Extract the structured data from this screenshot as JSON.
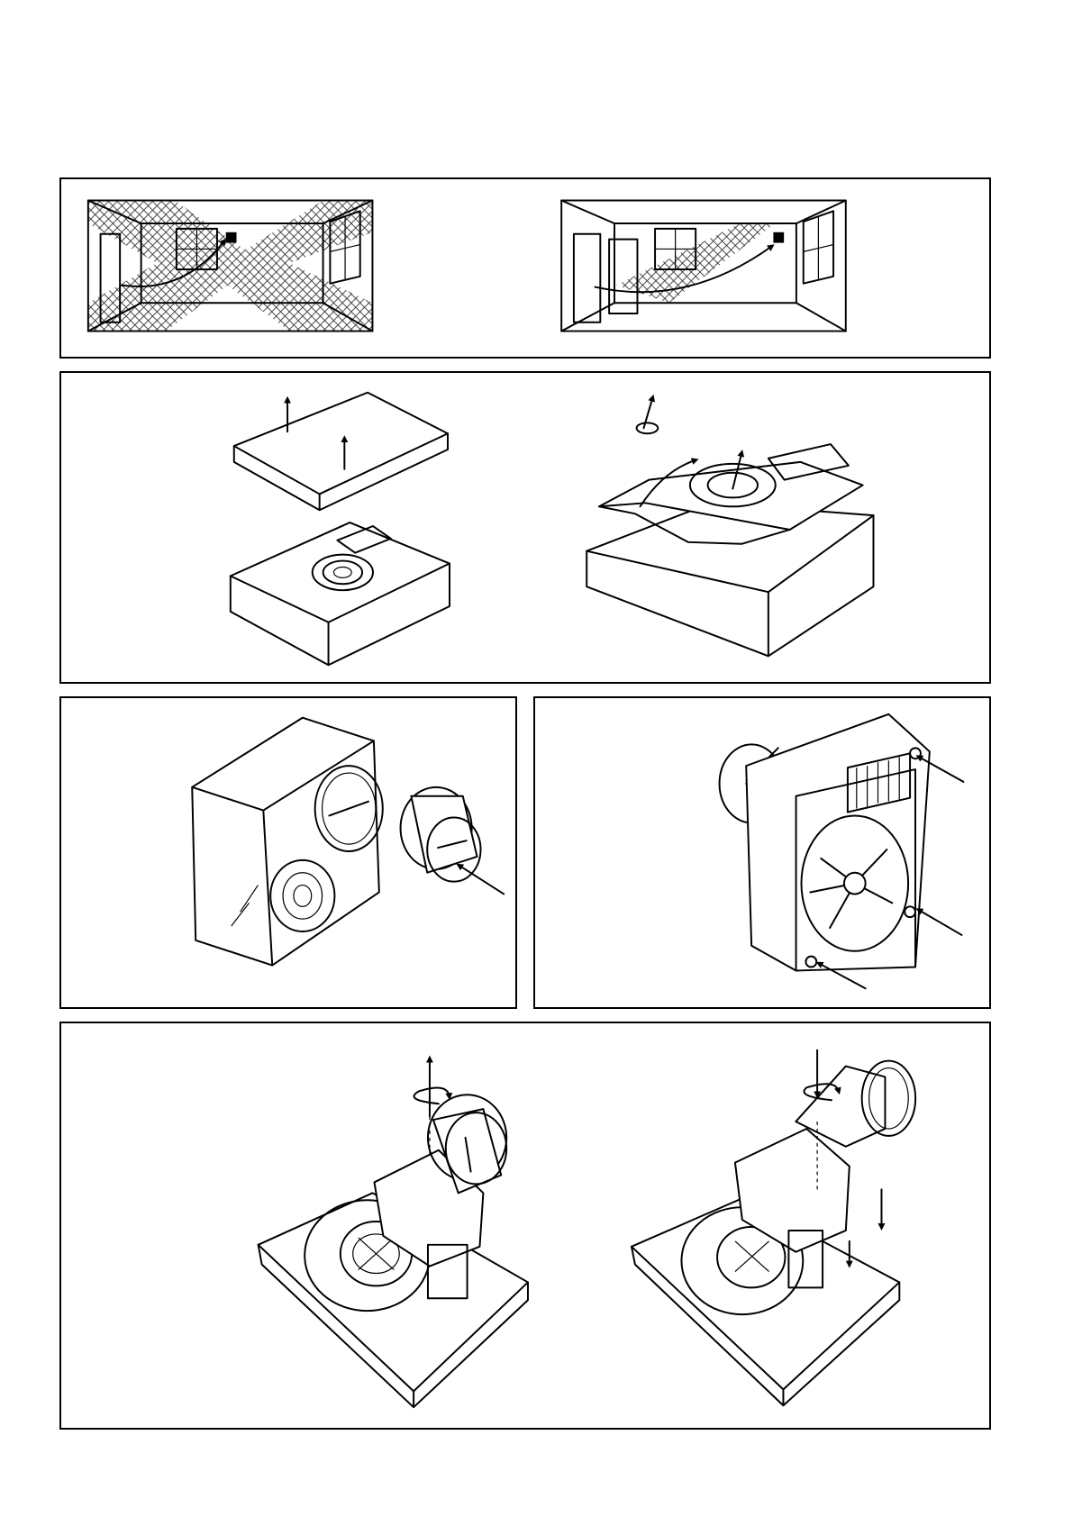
{
  "page": {
    "type": "installation-instruction-sheet",
    "background": "#ffffff",
    "ink_color": "#000000"
  },
  "figures": [
    {
      "id": "fig-room-airflow-single-side",
      "icon": "room-airflow-icon"
    },
    {
      "id": "fig-room-airflow-opposite-side",
      "icon": "room-airflow-icon"
    },
    {
      "id": "fig-remove-front-cover",
      "icon": "fan-cover-removal-icon"
    },
    {
      "id": "fig-open-inner-frame",
      "icon": "fan-frame-open-icon"
    },
    {
      "id": "fig-fit-spigot",
      "icon": "spigot-insert-icon"
    },
    {
      "id": "fig-fixing-points",
      "icon": "fixing-points-icon"
    },
    {
      "id": "fig-remove-spigot-twist",
      "icon": "spigot-twist-remove-icon"
    },
    {
      "id": "fig-fit-angled-spigot",
      "icon": "angled-spigot-fit-icon"
    }
  ]
}
